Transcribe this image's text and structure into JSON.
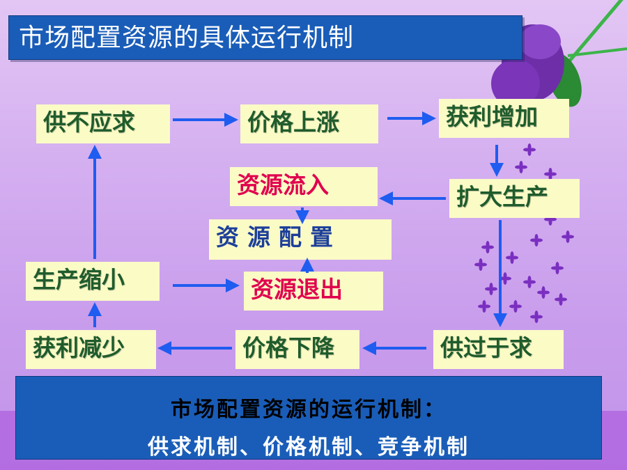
{
  "title": "市场配置资源的具体运行机制",
  "boxes": {
    "supply_short": "供不应求",
    "price_up": "价格上涨",
    "profit_up": "获利增加",
    "resource_in": "资源流入",
    "expand": "扩大生产",
    "allocation": "资源配置",
    "shrink": "生产缩小",
    "resource_out": "资源退出",
    "profit_down": "获利减少",
    "price_down": "价格下降",
    "supply_over": "供过于求"
  },
  "summary": {
    "line1": "市场配置资源的运行机制：",
    "line2": "供求机制、价格机制、竞争机制"
  },
  "colors": {
    "arrow": "#1f5cf0",
    "box_fill": "#fbfbc6",
    "panel": "#1a5db8",
    "green_text": "#1f5c2c",
    "red_text": "#e0004e"
  },
  "decoration": [
    "lilac-flower-icon",
    "petal-icon"
  ]
}
